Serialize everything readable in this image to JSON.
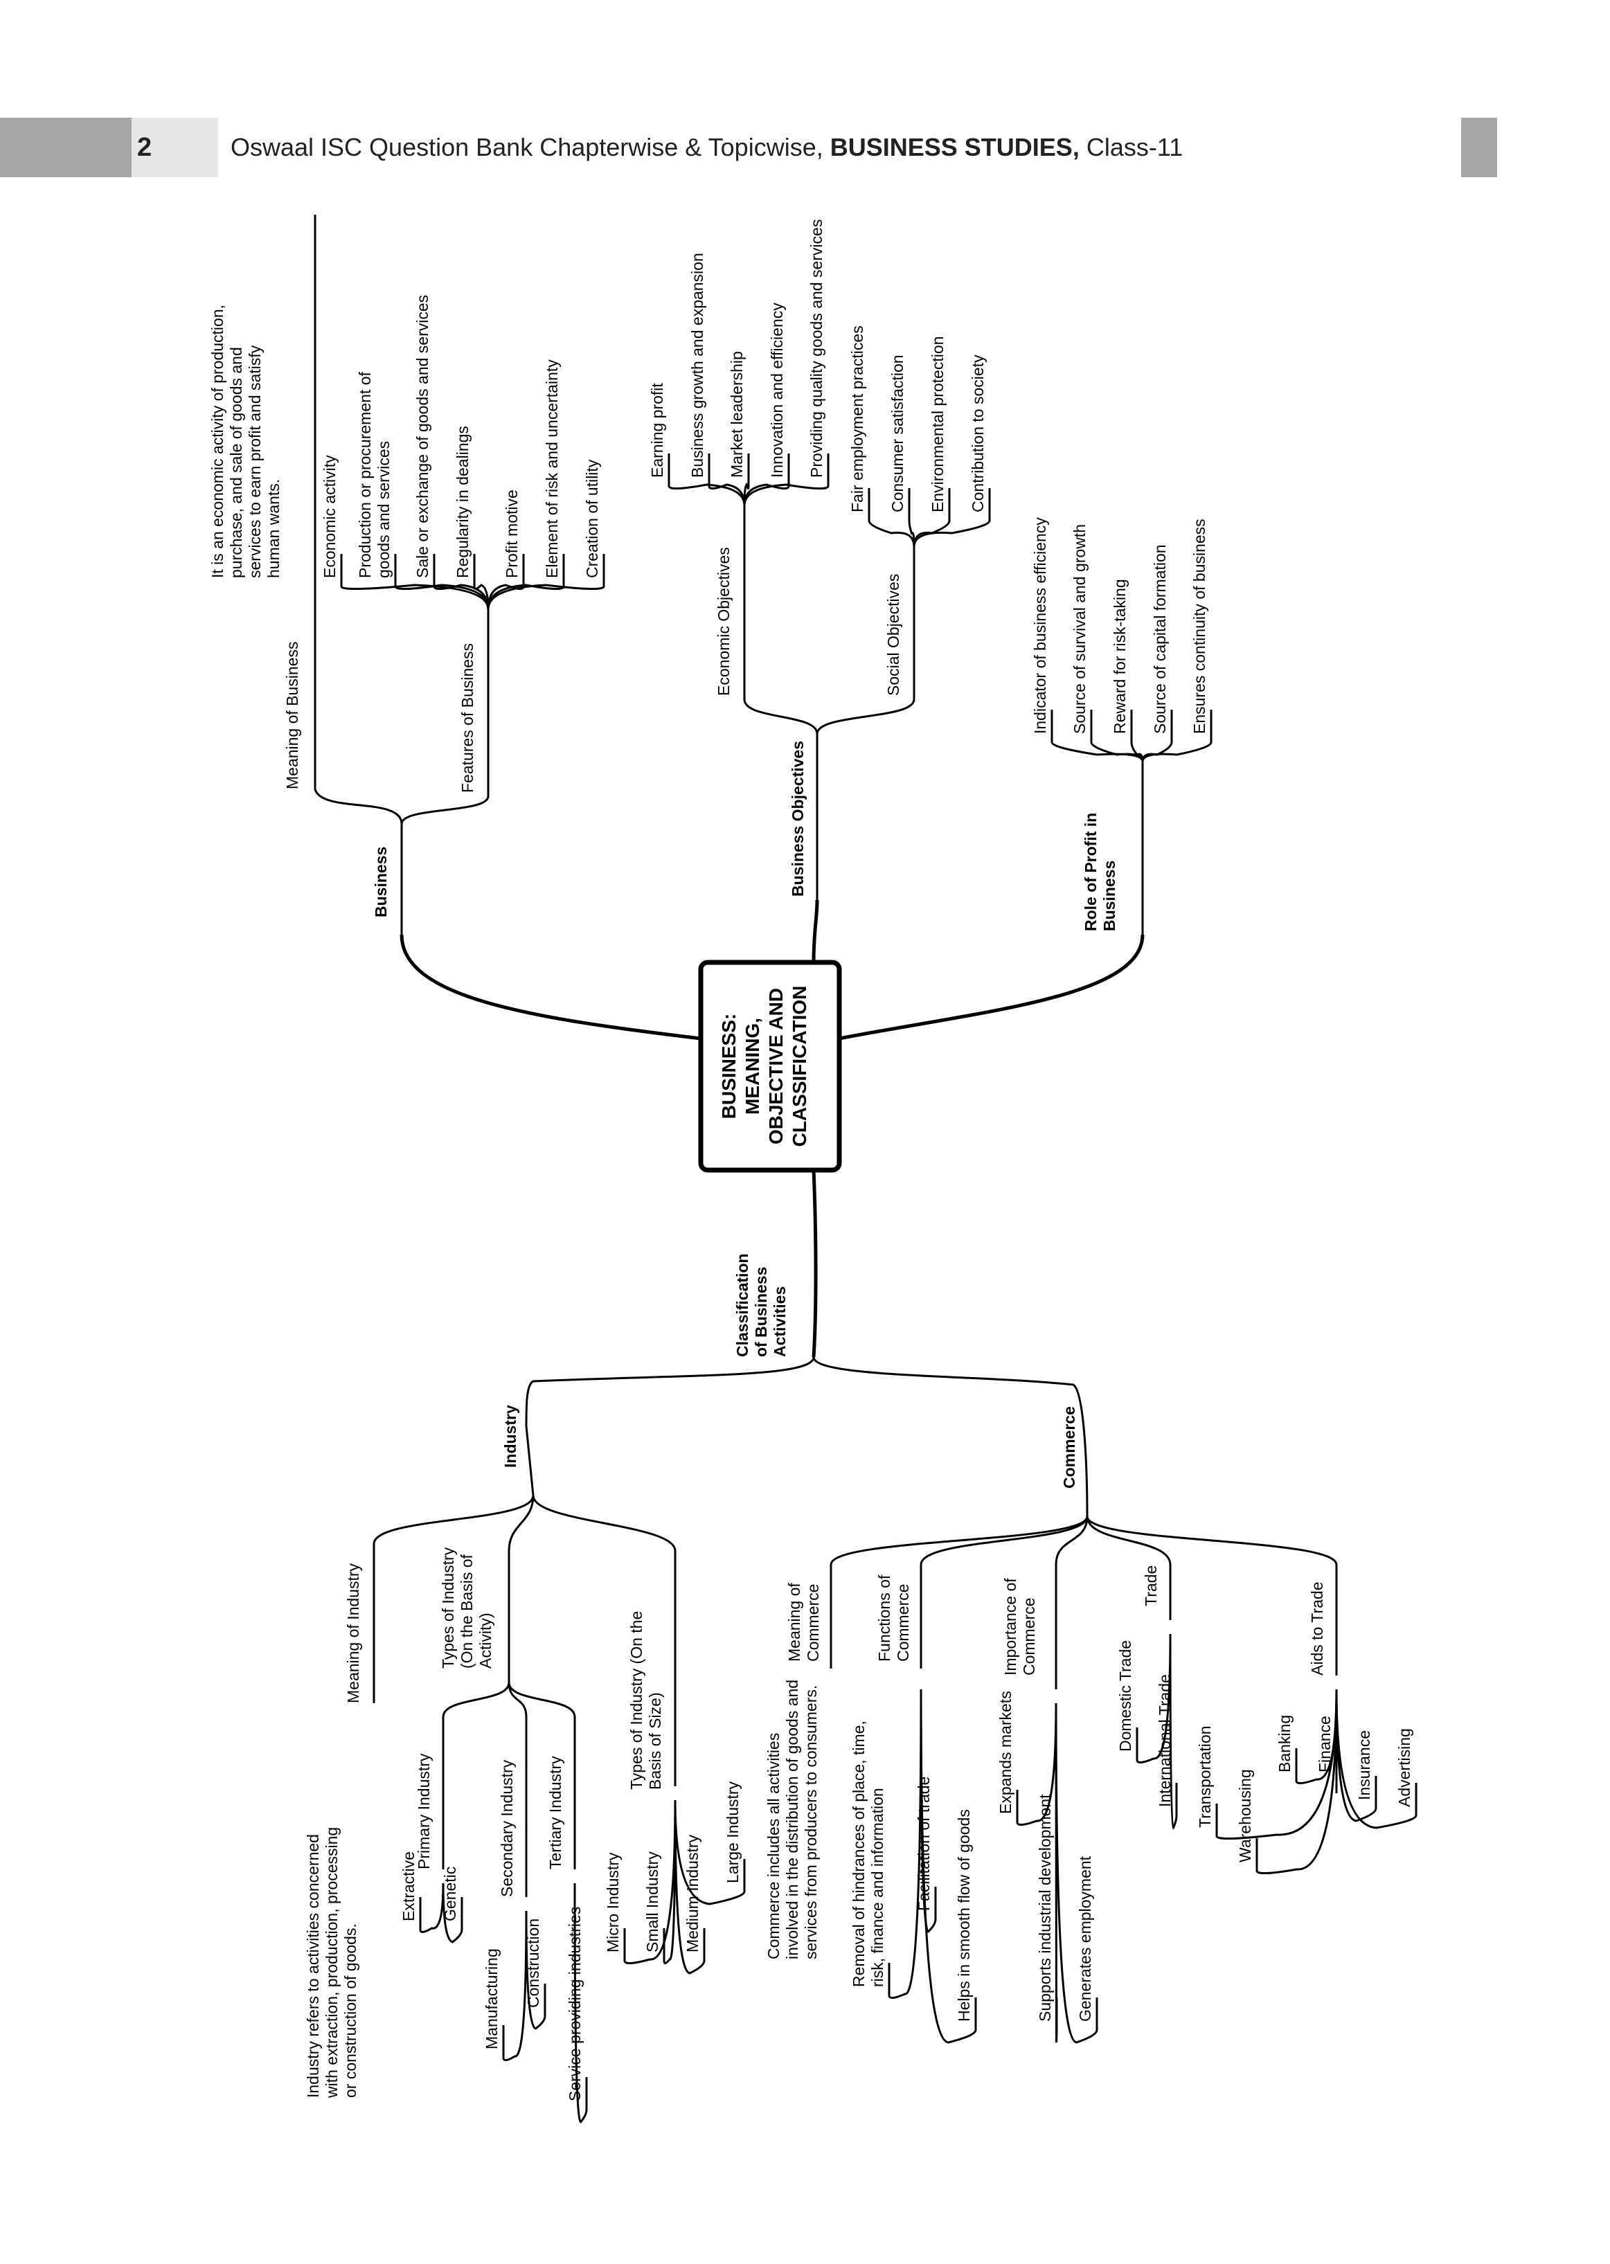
{
  "header": {
    "page_number": "2",
    "title_prefix": "Oswaal ISC Question Bank Chapterwise & Topicwise,",
    "title_bold": "BUSINESS STUDIES,",
    "title_suffix": "Class-11"
  },
  "mindmap": {
    "center": [
      "BUSINESS:",
      "MEANING,",
      "OBJECTIVE AND",
      "CLASSIFICATION"
    ],
    "business": {
      "label": "Business",
      "meaning_label": "Meaning of Business",
      "meaning_text": [
        "It is an economic activity of production,",
        "purchase, and sale of goods and",
        "services to earn profit and satisfy",
        "human wants."
      ],
      "features_label": "Features of Business",
      "features": [
        [
          "Economic activity"
        ],
        [
          "Production or procurement of",
          "goods and services"
        ],
        [
          "Sale or exchange of goods and services"
        ],
        [
          "Regularity in dealings"
        ],
        [
          "Profit motive"
        ],
        [
          "Element of risk and uncertainty"
        ],
        [
          "Creation of utility"
        ]
      ]
    },
    "objectives": {
      "label": "Business Objectives",
      "economic_label": "Economic Objectives",
      "economic": [
        "Earning profit",
        "Business growth and expansion",
        "Market leadership",
        "Innovation and efficiency",
        "Providing quality goods and services"
      ],
      "social_label": "Social Objectives",
      "social": [
        "Fair employment practices",
        "Consumer satisfaction",
        "Environmental protection",
        "Contribution to society"
      ]
    },
    "profit": {
      "label": [
        "Role of Profit in",
        "Business"
      ],
      "items": [
        "Indicator of business efficiency",
        "Source of survival and growth",
        "Reward for risk-taking",
        "Source of capital formation",
        "Ensures continuity of business"
      ]
    },
    "classification": {
      "label": [
        "Classification",
        "of Business",
        "Activities"
      ],
      "industry": {
        "label": "Industry",
        "meaning_label": "Meaning of Industry",
        "meaning_text": [
          "Industry refers to activities concerned",
          "with extraction, production, processing",
          "or construction of goods."
        ],
        "types_activity_label": [
          "Types of Industry",
          "(On the Basis of",
          "Activity)"
        ],
        "primary": {
          "label": "Primary Industry",
          "items": [
            "Extractive",
            "Genetic"
          ]
        },
        "secondary": {
          "label": "Secondary Industry",
          "items": [
            "Manufacturing",
            "Construction"
          ]
        },
        "tertiary": {
          "label": "Tertiary Industry",
          "items": [
            "Service providing industries"
          ]
        },
        "types_size_label": [
          "Types of Industry (On the",
          "Basis of Size)"
        ],
        "size": [
          "Micro Industry",
          "Small Industry",
          "Medium Industry",
          "Large Industry"
        ]
      },
      "commerce": {
        "label": "Commerce",
        "meaning_label": [
          "Meaning of",
          "Commerce"
        ],
        "meaning_text": [
          "Commerce includes all activities",
          "involved in the distribution of goods and",
          "services from producers to consumers."
        ],
        "functions_label": [
          "Functions of",
          "Commerce"
        ],
        "functions": [
          [
            "Removal of hindrances of place, time,",
            "risk, finance and information"
          ],
          [
            "Facilitation of trade"
          ],
          [
            "Helps in smooth flow of goods"
          ]
        ],
        "importance_label": [
          "Importance of",
          "Commerce"
        ],
        "importance": [
          "Expands markets",
          "Supports industrial development",
          "Generates employment"
        ],
        "trade_label": "Trade",
        "trade": [
          "Domestic Trade",
          "International Trade"
        ],
        "aids_label": "Aids to Trade",
        "aids": [
          "Transportation",
          "Warehousing",
          "Banking",
          "Finance",
          "Insurance",
          "Advertising"
        ]
      }
    }
  }
}
